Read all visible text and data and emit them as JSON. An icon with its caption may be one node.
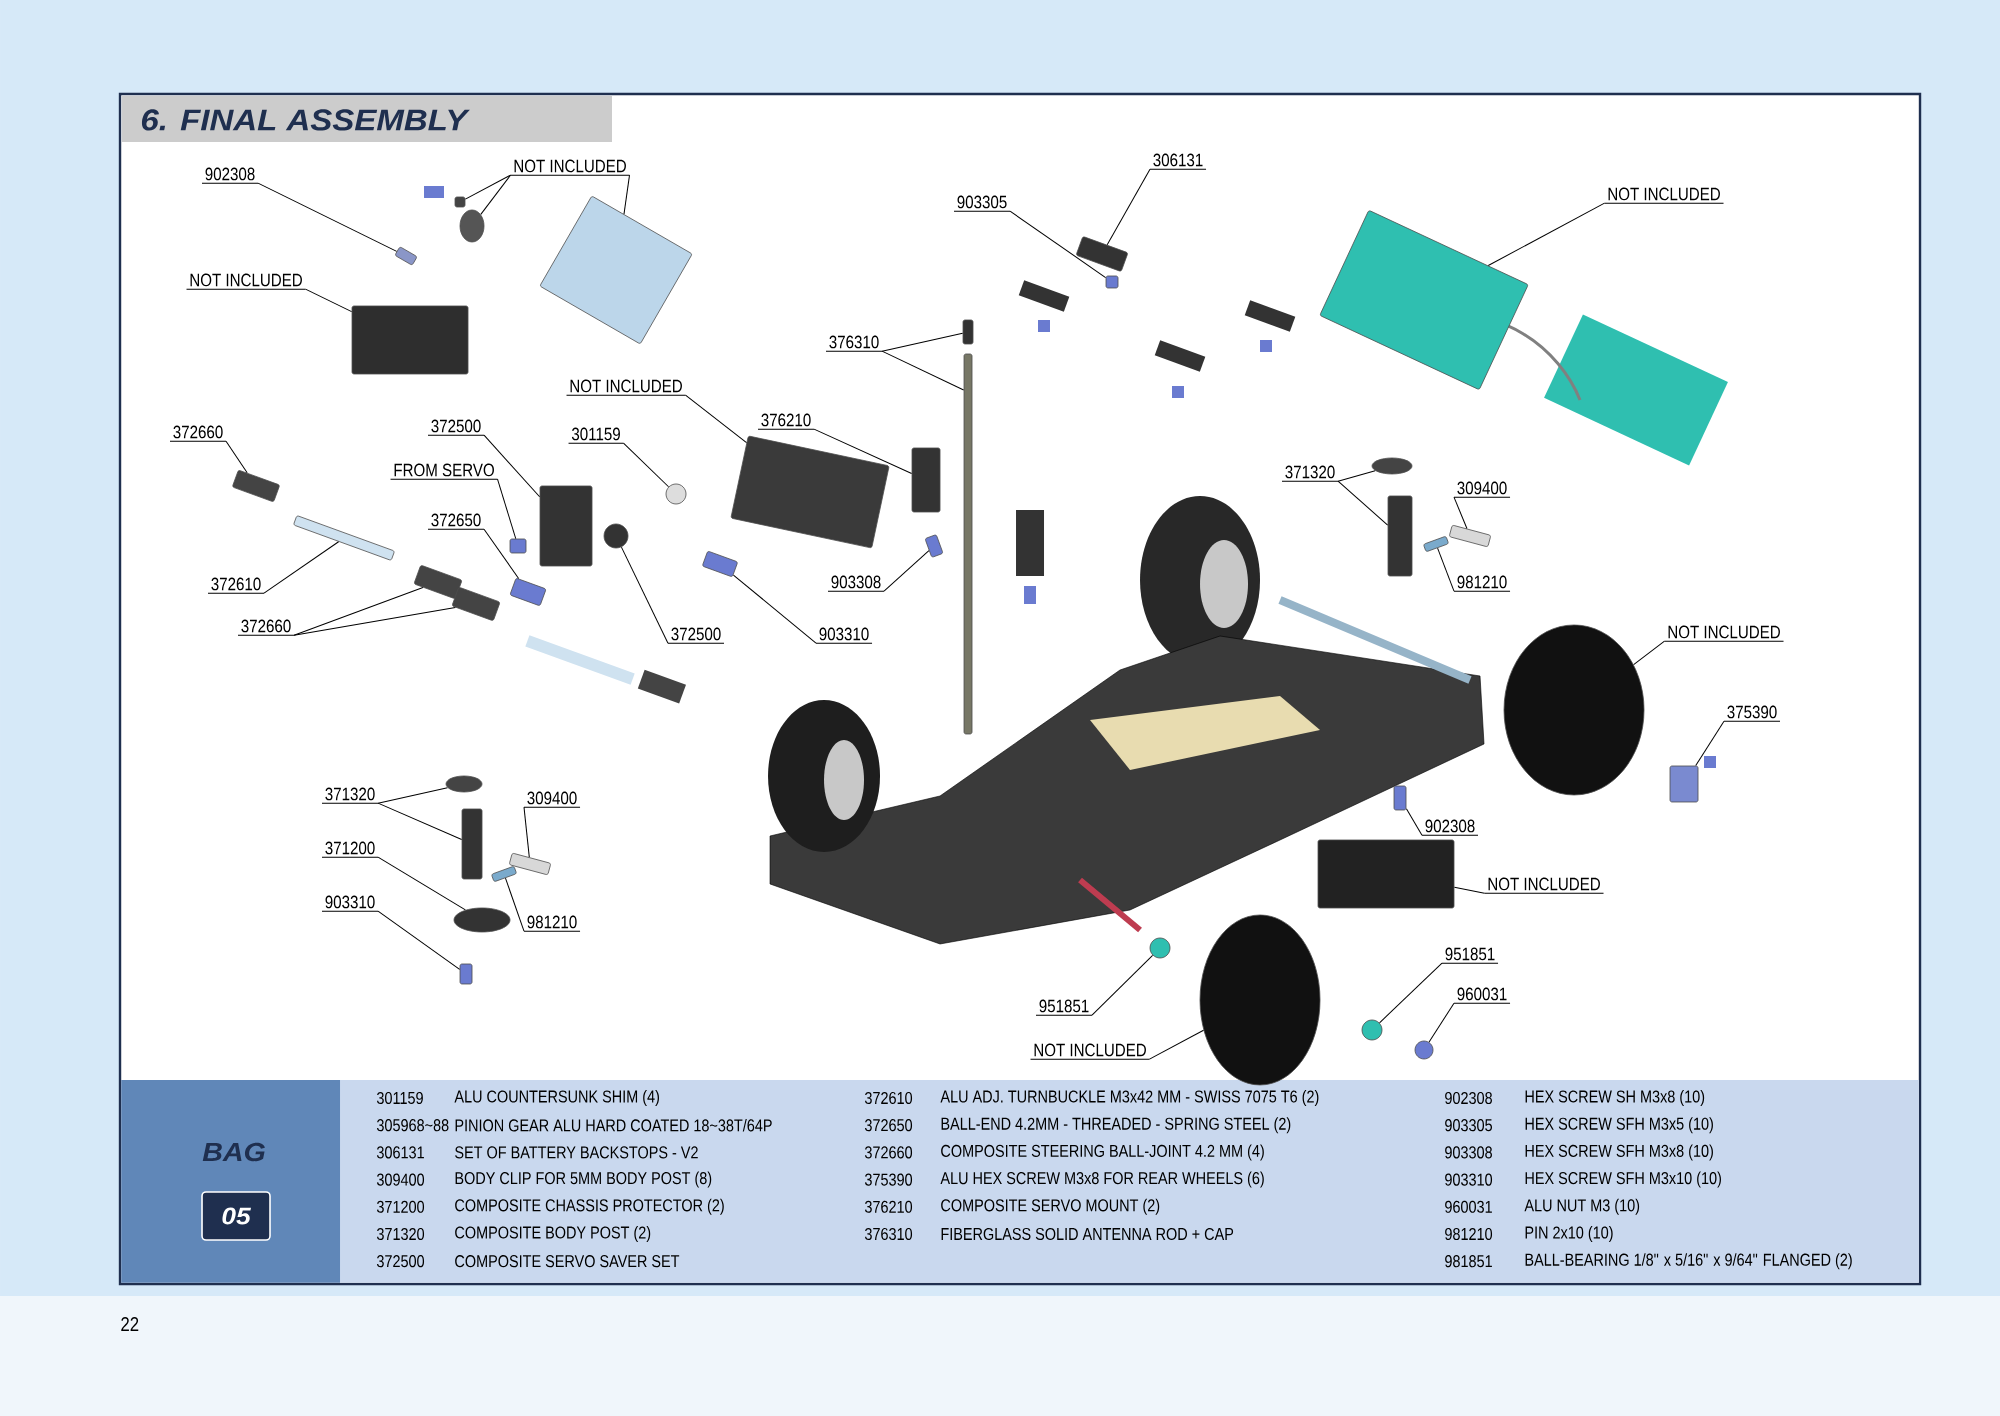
{
  "diagram": {
    "title": "6. FINAL ASSEMBLY",
    "nodes": [
      {
        "text": [
          "902308"
        ]
      },
      {
        "text": [],
        "shape": "box"
      },
      {
        "text": [
          "NOT INCLUDED"
        ]
      },
      {
        "text": [],
        "shape": "box"
      },
      {
        "text": [],
        "shape": "circle"
      },
      {
        "text": [],
        "shape": "box"
      },
      {
        "text": [
          "NOT INCLUDED"
        ]
      },
      {
        "text": [],
        "shape": "box"
      },
      {
        "text": [
          "376310"
        ]
      },
      {
        "text": [],
        "shape": "box"
      },
      {
        "text": [],
        "shape": "bar"
      },
      {
        "text": [
          "NOT INCLUDED"
        ]
      },
      {
        "text": [],
        "shape": "box"
      },
      {
        "text": [
          "372660"
        ]
      },
      {
        "text": [],
        "shape": "box"
      },
      {
        "text": [
          "372500"
        ]
      },
      {
        "text": [],
        "shape": "box"
      },
      {
        "text": [
          "301159"
        ]
      },
      {
        "text": [],
        "shape": "circle"
      },
      {
        "text": [
          "FROM SERVO"
        ]
      },
      {
        "text": [],
        "shape": "box"
      },
      {
        "text": [
          "376210"
        ]
      },
      {
        "text": [],
        "shape": "box"
      },
      {
        "text": [
          "372650"
        ]
      },
      {
        "text": [],
        "shape": "box"
      },
      {
        "text": [
          "372610"
        ]
      },
      {
        "text": [],
        "shape": "bar"
      },
      {
        "text": [
          "903308"
        ]
      },
      {
        "text": [],
        "shape": "box"
      },
      {
        "text": [
          "372660"
        ]
      },
      {
        "text": [],
        "shape": "box"
      },
      {
        "text": [],
        "shape": "box"
      },
      {
        "text": [
          "372500"
        ]
      },
      {
        "text": [],
        "shape": "circle"
      },
      {
        "text": [
          "903310"
        ]
      },
      {
        "text": [],
        "shape": "box"
      },
      {
        "text": [
          "903305"
        ]
      },
      {
        "text": [],
        "shape": "box"
      },
      {
        "text": [
          "306131"
        ]
      },
      {
        "text": [],
        "shape": "box"
      },
      {
        "text": [
          "NOT INCLUDED"
        ]
      },
      {
        "text": [],
        "shape": "box"
      },
      {
        "text": [
          "371320"
        ]
      },
      {
        "text": [],
        "shape": "circle"
      },
      {
        "text": [],
        "shape": "box"
      },
      {
        "text": [
          "309400"
        ]
      },
      {
        "text": [],
        "shape": "box"
      },
      {
        "text": [
          "981210"
        ]
      },
      {
        "text": [],
        "shape": "box"
      },
      {
        "text": [
          "NOT INCLUDED"
        ]
      },
      {
        "text": [],
        "shape": "circle"
      },
      {
        "text": [
          "375390"
        ]
      },
      {
        "text": [],
        "shape": "box"
      },
      {
        "text": [
          "371320"
        ]
      },
      {
        "text": [],
        "shape": "circle"
      },
      {
        "text": [],
        "shape": "box"
      },
      {
        "text": [
          "309400"
        ]
      },
      {
        "text": [],
        "shape": "box"
      },
      {
        "text": [
          "371200"
        ]
      },
      {
        "text": [],
        "shape": "circle"
      },
      {
        "text": [
          "981210"
        ]
      },
      {
        "text": [],
        "shape": "box"
      },
      {
        "text": [
          "903310"
        ]
      },
      {
        "text": [],
        "shape": "box"
      },
      {
        "text": [
          "902308"
        ]
      },
      {
        "text": [],
        "shape": "box"
      },
      {
        "text": [
          "NOT INCLUDED"
        ]
      },
      {
        "text": [],
        "shape": "box"
      },
      {
        "text": [
          "951851"
        ]
      },
      {
        "text": [],
        "shape": "circle"
      },
      {
        "text": [
          "960031"
        ]
      },
      {
        "text": [],
        "shape": "circle"
      },
      {
        "text": [
          "951851"
        ]
      },
      {
        "text": [],
        "shape": "circle"
      },
      {
        "text": [
          "NOT INCLUDED"
        ]
      },
      {
        "text": [],
        "shape": "circle"
      }
    ],
    "edges": [
      {
        "from": 0,
        "to": 1,
        "arrow": "none"
      },
      {
        "from": 2,
        "to": 3,
        "arrow": "none"
      },
      {
        "from": 2,
        "to": 4,
        "arrow": "none"
      },
      {
        "from": 2,
        "to": 5,
        "arrow": "none"
      },
      {
        "from": 6,
        "to": 7,
        "arrow": "none"
      },
      {
        "from": 8,
        "to": 9,
        "arrow": "none"
      },
      {
        "from": 8,
        "to": 10,
        "arrow": "none"
      },
      {
        "from": 11,
        "to": 12,
        "arrow": "none"
      },
      {
        "from": 13,
        "to": 14,
        "arrow": "none"
      },
      {
        "from": 15,
        "to": 16,
        "arrow": "none"
      },
      {
        "from": 17,
        "to": 18,
        "arrow": "none"
      },
      {
        "from": 19,
        "to": 20,
        "arrow": "none"
      },
      {
        "from": 21,
        "to": 22,
        "arrow": "none"
      },
      {
        "from": 23,
        "to": 24,
        "arrow": "none"
      },
      {
        "from": 25,
        "to": 26,
        "arrow": "none"
      },
      {
        "from": 27,
        "to": 28,
        "arrow": "none"
      },
      {
        "from": 29,
        "to": 30,
        "arrow": "none"
      },
      {
        "from": 29,
        "to": 31,
        "arrow": "none"
      },
      {
        "from": 32,
        "to": 33,
        "arrow": "none"
      },
      {
        "from": 34,
        "to": 35,
        "arrow": "none"
      },
      {
        "from": 36,
        "to": 37,
        "arrow": "none"
      },
      {
        "from": 38,
        "to": 39,
        "arrow": "none"
      },
      {
        "from": 40,
        "to": 41,
        "arrow": "none"
      },
      {
        "from": 42,
        "to": 43,
        "arrow": "none"
      },
      {
        "from": 42,
        "to": 44,
        "arrow": "none"
      },
      {
        "from": 45,
        "to": 46,
        "arrow": "none"
      },
      {
        "from": 47,
        "to": 48,
        "arrow": "none"
      },
      {
        "from": 49,
        "to": 50,
        "arrow": "none"
      },
      {
        "from": 51,
        "to": 52,
        "arrow": "none"
      },
      {
        "from": 53,
        "to": 54,
        "arrow": "none"
      },
      {
        "from": 53,
        "to": 55,
        "arrow": "none"
      },
      {
        "from": 56,
        "to": 57,
        "arrow": "none"
      },
      {
        "from": 58,
        "to": 59,
        "arrow": "none"
      },
      {
        "from": 60,
        "to": 61,
        "arrow": "none"
      },
      {
        "from": 62,
        "to": 63,
        "arrow": "none"
      },
      {
        "from": 64,
        "to": 65,
        "arrow": "none"
      },
      {
        "from": 66,
        "to": 67,
        "arrow": "none"
      },
      {
        "from": 68,
        "to": 69,
        "arrow": "none"
      },
      {
        "from": 70,
        "to": 71,
        "arrow": "none"
      },
      {
        "from": 72,
        "to": 73,
        "arrow": "none"
      },
      {
        "from": 74,
        "to": 75,
        "arrow": "none"
      }
    ],
    "labels": [
      "BAG",
      "05",
      "301159",
      "ALU COUNTERSUNK SHIM (4)",
      "372610",
      "ALU ADJ. TURNBUCKLE M3x42 MM - SWISS 7075 T6 (2)",
      "902308",
      "HEX SCREW SH M3x8 (10)",
      "305968~88",
      "PINION GEAR ALU HARD COATED 18~38T/64P",
      "372650",
      "BALL-END 4.2MM - THREADED - SPRING STEEL (2)",
      "903305",
      "HEX SCREW SFH M3x5 (10)",
      "306131",
      "SET OF BATTERY BACKSTOPS - V2",
      "372660",
      "COMPOSITE STEERING BALL-JOINT 4.2 MM (4)",
      "903308",
      "HEX SCREW SFH M3x8 (10)",
      "309400",
      "BODY CLIP FOR 5MM BODY POST (8)",
      "375390",
      "ALU HEX SCREW M3x8 FOR REAR WHEELS (6)",
      "903310",
      "HEX SCREW SFH M3x10 (10)",
      "371200",
      "COMPOSITE CHASSIS PROTECTOR (2)",
      "376210",
      "COMPOSITE SERVO MOUNT (2)",
      "960031",
      "ALU NUT M3 (10)",
      "371320",
      "COMPOSITE BODY POST (2)",
      "376310",
      "FIBERGLASS SOLID ANTENNA ROD + CAP",
      "981210",
      "PIN 2x10 (10)",
      "372500",
      "COMPOSITE SERVO SAVER SET",
      "981851",
      "BALL-BEARING 1/8\" x 5/16\" x 9/64\" FLANGED (2)",
      "22"
    ]
  }
}
